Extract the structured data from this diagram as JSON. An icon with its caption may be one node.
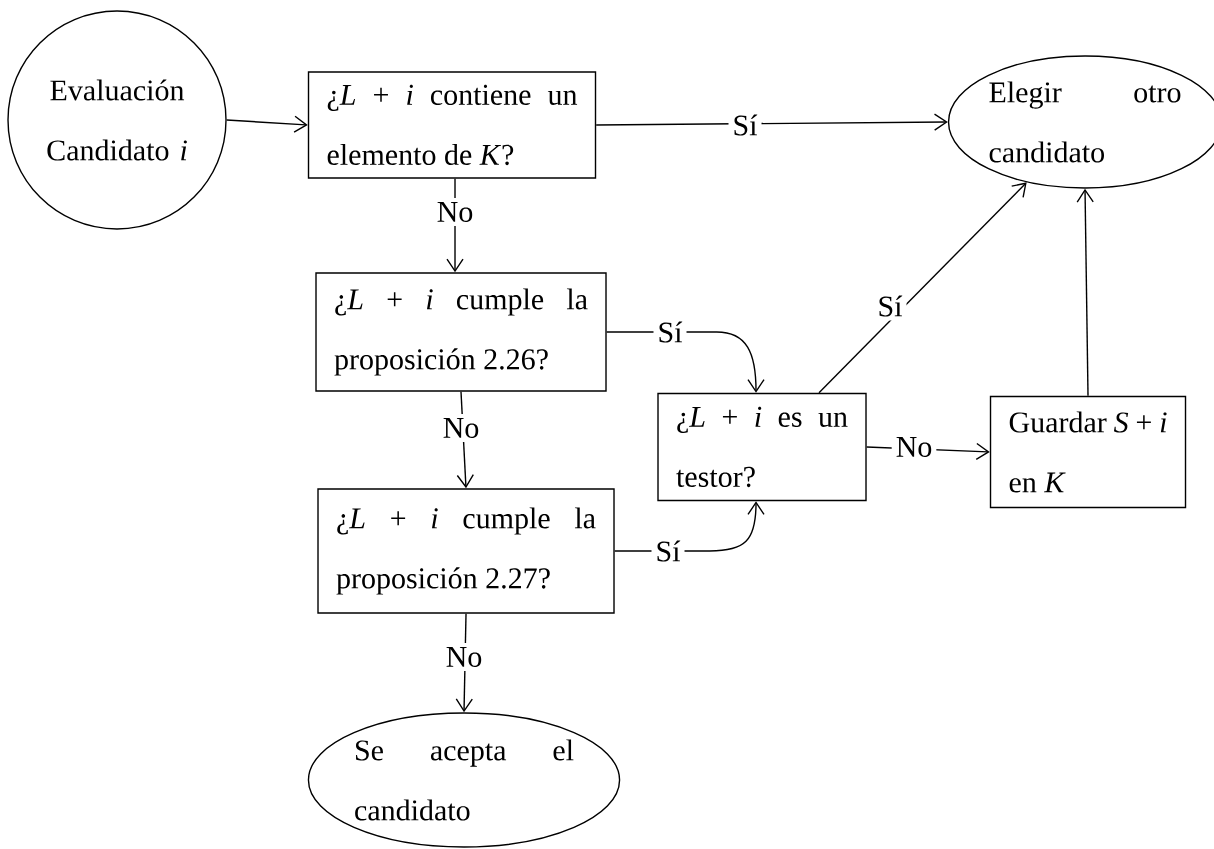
{
  "diagram": {
    "nodes": [
      {
        "text": [
          "Evaluación Candidato *i*"
        ]
      },
      {
        "text": [
          "¿*L* + *i* contiene un elemento de *K*?"
        ]
      },
      {
        "text": [
          "Elegir otro candidato"
        ]
      },
      {
        "text": [
          "¿*L* + *i* cumple la proposición 2.26?"
        ]
      },
      {
        "text": [
          "¿*L* + *i* es un testor?"
        ]
      },
      {
        "text": [
          "Guardar *S* + *i* en *K*"
        ]
      },
      {
        "text": [
          "¿*L* + *i* cumple la proposición 2.27?"
        ]
      },
      {
        "text": [
          "Se acepta el candidato"
        ]
      }
    ],
    "edges": [
      {
        "from": 0,
        "to": 1,
        "arrow": "to"
      },
      {
        "from": 1,
        "to": 2,
        "arrow": "to",
        "label": "Sí"
      },
      {
        "from": 1,
        "to": 3,
        "arrow": "to",
        "label": "No"
      },
      {
        "from": 3,
        "to": 4,
        "arrow": "to",
        "label": "Sí"
      },
      {
        "from": 3,
        "to": 6,
        "arrow": "to",
        "label": "No"
      },
      {
        "from": 6,
        "to": 4,
        "arrow": "to",
        "label": "Sí"
      },
      {
        "from": 6,
        "to": 7,
        "arrow": "to",
        "label": "No"
      },
      {
        "from": 4,
        "to": 2,
        "arrow": "to",
        "label": "Sí"
      },
      {
        "from": 4,
        "to": 5,
        "arrow": "to",
        "label": "No"
      },
      {
        "from": 5,
        "to": 2,
        "arrow": "to"
      }
    ]
  }
}
